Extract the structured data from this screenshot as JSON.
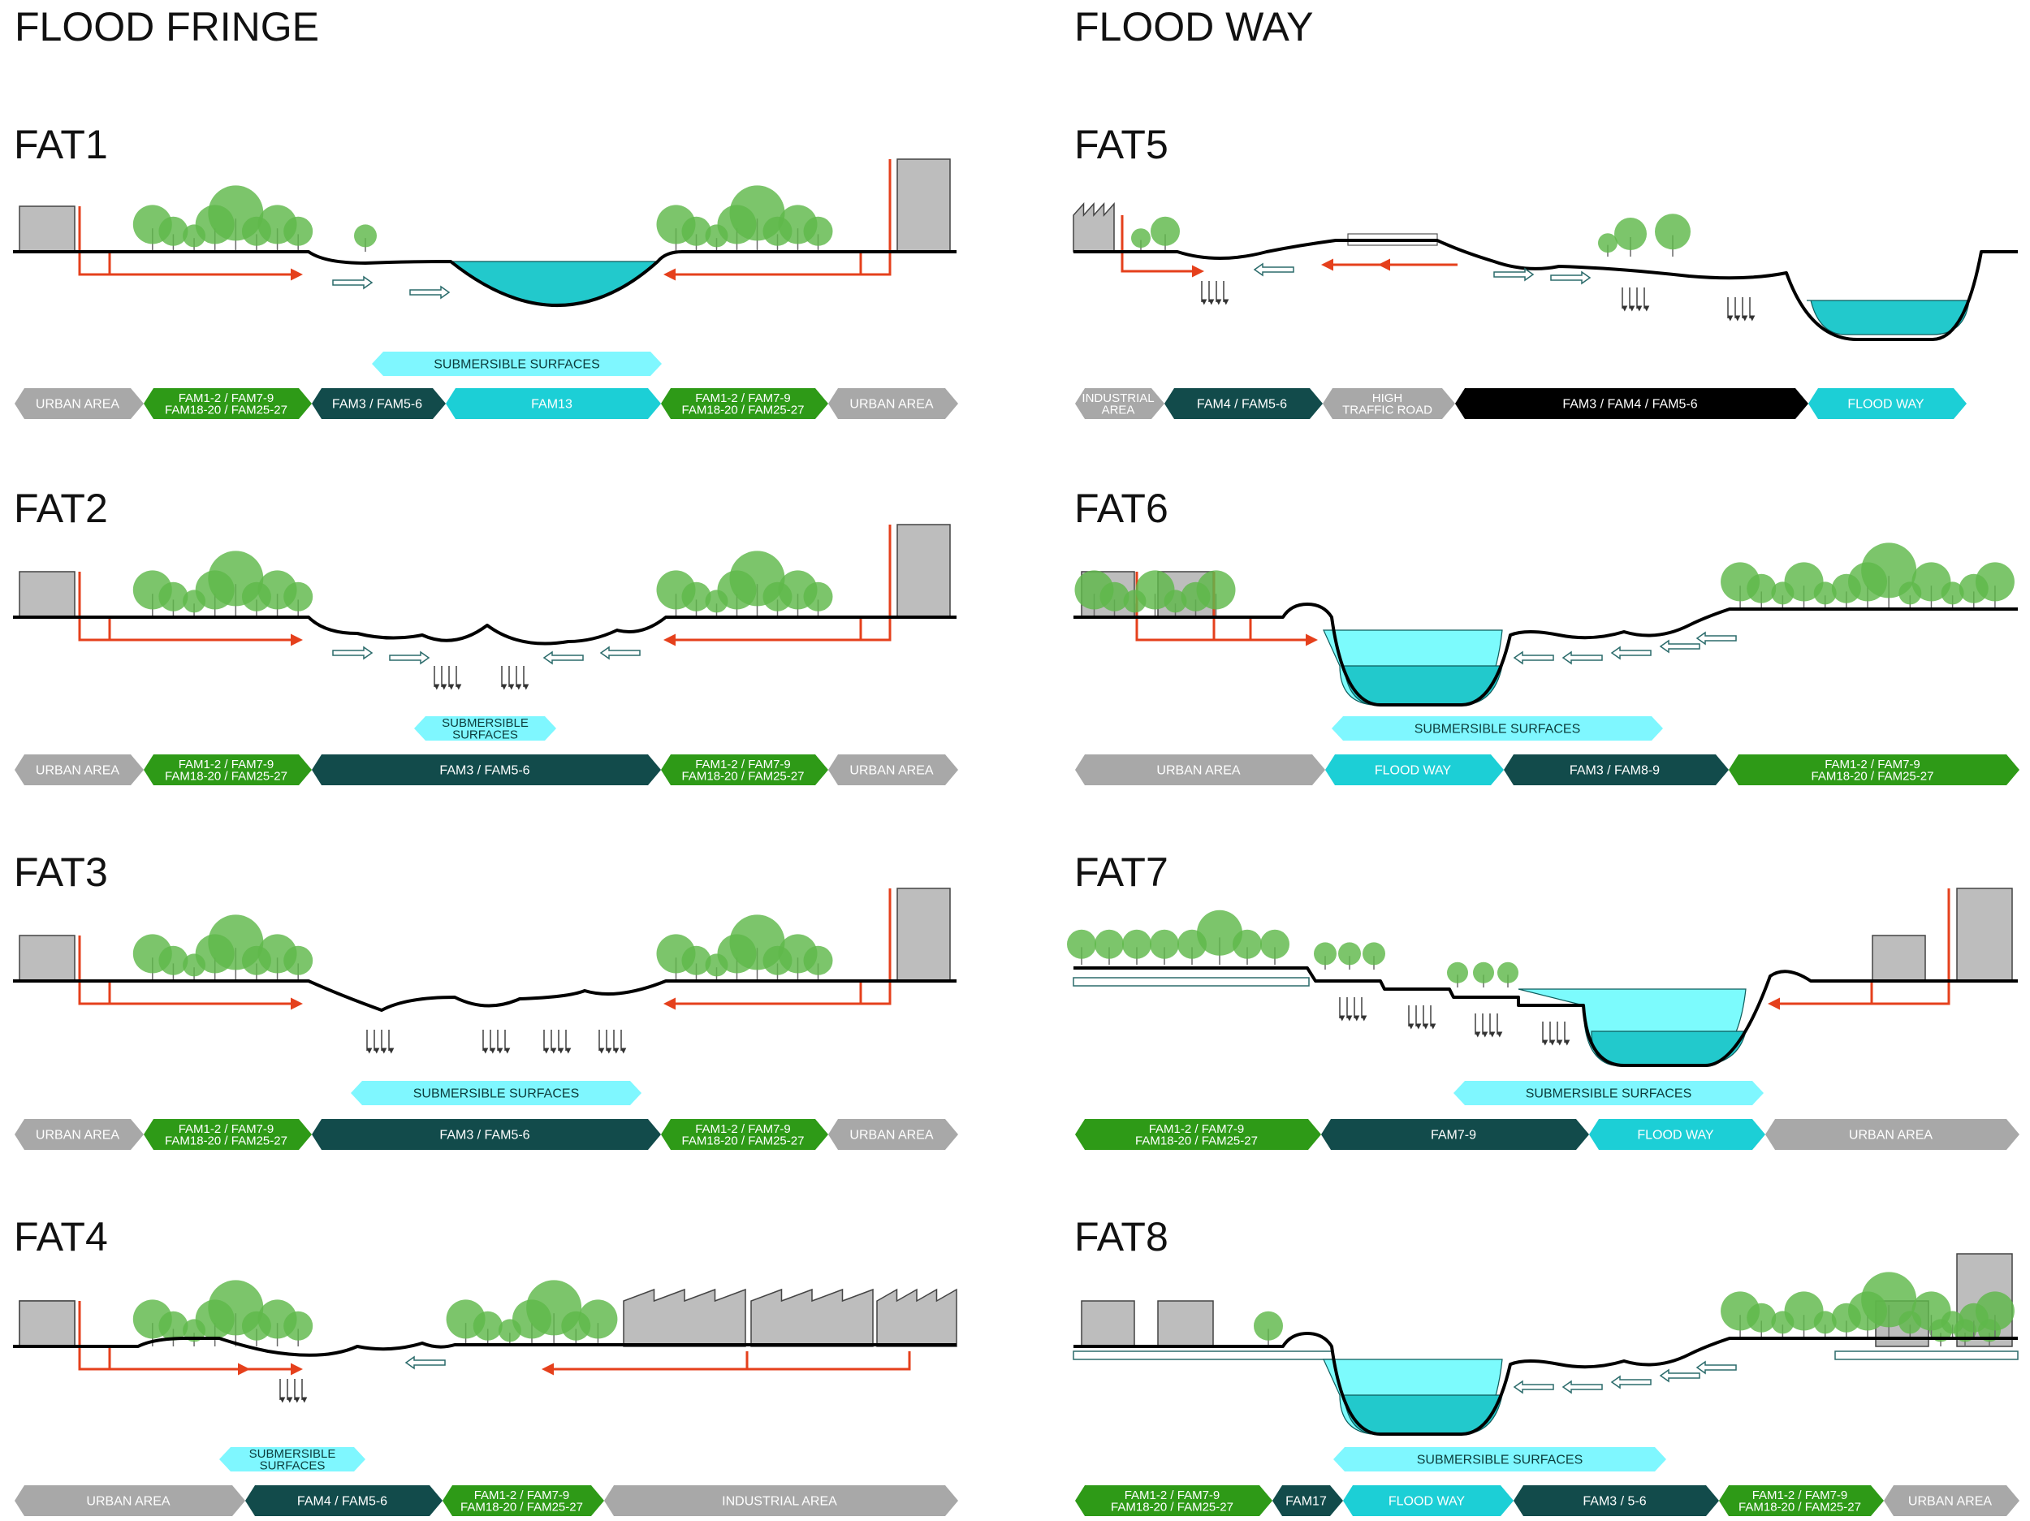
{
  "headings": {
    "left": "FLOOD FRINGE",
    "right": "FLOOD WAY"
  },
  "colors": {
    "grey": "#a8a8a8",
    "green": "#2e9a17",
    "dark_teal": "#124b4b",
    "cyan": "#1ccfd6",
    "light_cyan": "#7ff7ff",
    "black": "#000000",
    "water": "#22c9cc",
    "water_light": "#7cfbfd",
    "tree": "#5fb84a",
    "building": "#bdbdbd",
    "pipe": "#e5401c"
  },
  "panels": [
    {
      "title": "FAT1",
      "overlay": "SUBMERSIBLE SURFACES",
      "bar": [
        {
          "label": "URBAN AREA",
          "color": "grey"
        },
        {
          "label": "FAM1-2 / FAM7-9\nFAM18-20 / FAM25-27",
          "color": "green"
        },
        {
          "label": "FAM3 / FAM5-6",
          "color": "dark_teal"
        },
        {
          "label": "FAM13",
          "color": "cyan"
        },
        {
          "label": "FAM1-2 / FAM7-9\nFAM18-20 / FAM25-27",
          "color": "green"
        },
        {
          "label": "URBAN AREA",
          "color": "grey"
        }
      ]
    },
    {
      "title": "FAT2",
      "overlay": "SUBMERSIBLE\nSURFACES",
      "bar": [
        {
          "label": "URBAN AREA",
          "color": "grey"
        },
        {
          "label": "FAM1-2 / FAM7-9\nFAM18-20 / FAM25-27",
          "color": "green"
        },
        {
          "label": "FAM3 / FAM5-6",
          "color": "dark_teal"
        },
        {
          "label": "FAM1-2 / FAM7-9\nFAM18-20 / FAM25-27",
          "color": "green"
        },
        {
          "label": "URBAN AREA",
          "color": "grey"
        }
      ]
    },
    {
      "title": "FAT3",
      "overlay": "SUBMERSIBLE SURFACES",
      "bar": [
        {
          "label": "URBAN AREA",
          "color": "grey"
        },
        {
          "label": "FAM1-2 / FAM7-9\nFAM18-20 / FAM25-27",
          "color": "green"
        },
        {
          "label": "FAM3 / FAM5-6",
          "color": "dark_teal"
        },
        {
          "label": "FAM1-2 / FAM7-9\nFAM18-20 / FAM25-27",
          "color": "green"
        },
        {
          "label": "URBAN AREA",
          "color": "grey"
        }
      ]
    },
    {
      "title": "FAT4",
      "overlay": "SUBMERSIBLE\nSURFACES",
      "bar": [
        {
          "label": "URBAN AREA",
          "color": "grey"
        },
        {
          "label": "FAM4 / FAM5-6",
          "color": "dark_teal"
        },
        {
          "label": "FAM1-2 / FAM7-9\nFAM18-20 / FAM25-27",
          "color": "green"
        },
        {
          "label": "INDUSTRIAL AREA",
          "color": "grey"
        }
      ]
    },
    {
      "title": "FAT5",
      "overlay": "",
      "bar": [
        {
          "label": "INDUSTRIAL\nAREA",
          "color": "grey"
        },
        {
          "label": "FAM4 / FAM5-6",
          "color": "dark_teal"
        },
        {
          "label": "HIGH\nTRAFFIC ROAD",
          "color": "grey"
        },
        {
          "label": "FAM3 / FAM4 / FAM5-6",
          "color": "black"
        },
        {
          "label": "FLOOD WAY",
          "color": "cyan"
        }
      ]
    },
    {
      "title": "FAT6",
      "overlay": "SUBMERSIBLE SURFACES",
      "bar": [
        {
          "label": "URBAN AREA",
          "color": "grey"
        },
        {
          "label": "FLOOD WAY",
          "color": "cyan"
        },
        {
          "label": "FAM3 / FAM8-9",
          "color": "dark_teal"
        },
        {
          "label": "FAM1-2 / FAM7-9\nFAM18-20 / FAM25-27",
          "color": "green"
        }
      ]
    },
    {
      "title": "FAT7",
      "overlay": "SUBMERSIBLE SURFACES",
      "bar": [
        {
          "label": "FAM1-2 / FAM7-9\nFAM18-20 / FAM25-27",
          "color": "green"
        },
        {
          "label": "FAM7-9",
          "color": "dark_teal"
        },
        {
          "label": "FLOOD WAY",
          "color": "cyan"
        },
        {
          "label": "URBAN AREA",
          "color": "grey"
        }
      ]
    },
    {
      "title": "FAT8",
      "overlay": "SUBMERSIBLE SURFACES",
      "bar": [
        {
          "label": "FAM1-2 / FAM7-9\nFAM18-20 / FAM25-27",
          "color": "green"
        },
        {
          "label": "FAM17",
          "color": "dark_teal"
        },
        {
          "label": "FLOOD WAY",
          "color": "cyan"
        },
        {
          "label": "FAM3 / 5-6",
          "color": "dark_teal"
        },
        {
          "label": "FAM1-2 / FAM7-9\nFAM18-20 / FAM25-27",
          "color": "green"
        },
        {
          "label": "URBAN AREA",
          "color": "grey"
        }
      ]
    }
  ]
}
